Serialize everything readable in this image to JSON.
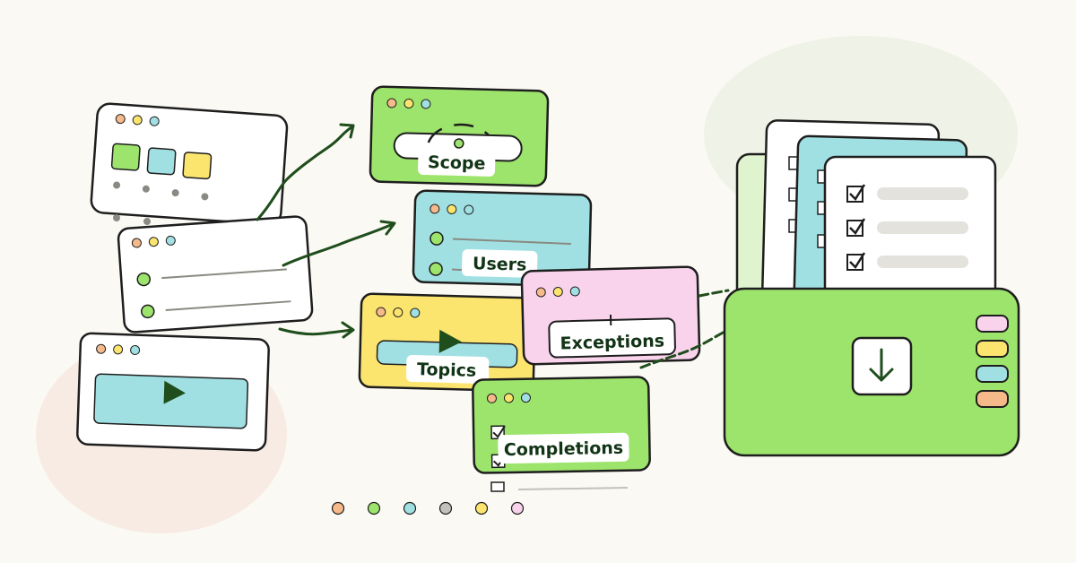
{
  "colors": {
    "background": "#faf9f3",
    "ink": "#1e1e1e",
    "arrow": "#1f4d1c",
    "green": "#9de46c",
    "teal": "#a1e0e2",
    "yellow": "#fbe56f",
    "pink": "#f9d3ec",
    "orange": "#f6b98a",
    "gray": "#c3c1b9",
    "white": "#ffffff"
  },
  "cards": {
    "scope": {
      "label": "Scope"
    },
    "users": {
      "label": "Users"
    },
    "topics": {
      "label": "Topics"
    },
    "exceptions": {
      "label": "Exceptions"
    },
    "completions": {
      "label": "Completions"
    }
  },
  "icons": {
    "download": "download-arrow-icon",
    "play": "play-icon",
    "checkbox": "checkbox-checked-icon"
  },
  "palette_dots": [
    "orange",
    "green",
    "teal",
    "gray",
    "yellow",
    "pink"
  ]
}
